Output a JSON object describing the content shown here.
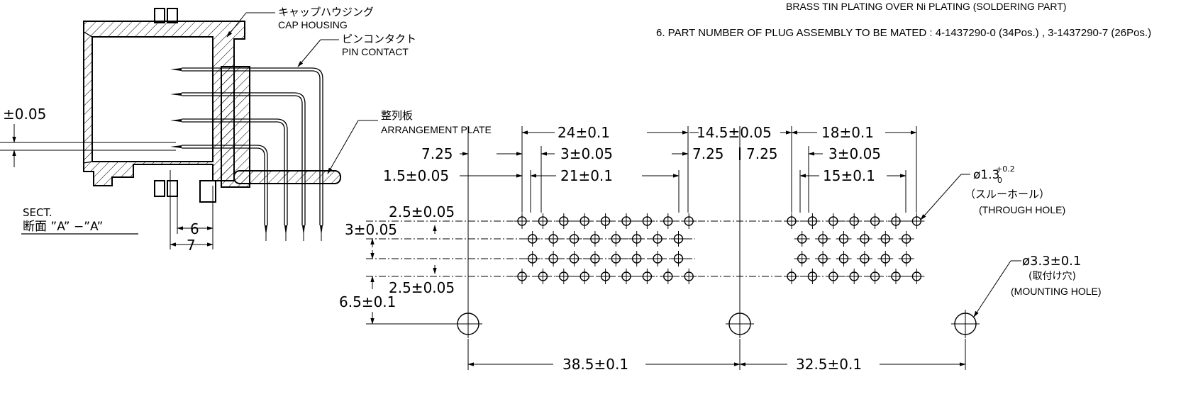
{
  "notes": {
    "note_top": "BRASS TIN PLATING OVER Ni PLATING (SOLDERING PART)",
    "note6": "6. PART NUMBER OF PLUG ASSEMBLY TO BE MATED : 4-1437290-0 (34Pos.) , 3-1437290-7 (26Pos.)"
  },
  "callouts": {
    "cap_housing_jp": "キャップハウジング",
    "cap_housing_en": "CAP HOUSING",
    "pin_contact_jp": "ピンコンタクト",
    "pin_contact_en": "PIN CONTACT",
    "arrangement_plate_jp": "整列板",
    "arrangement_plate_en": "ARRANGEMENT PLATE",
    "through_hole_dia": "ø1.3",
    "through_hole_tol_upper": "+0.2",
    "through_hole_tol_lower": "0",
    "through_hole_jp": "（スルーホール）",
    "through_hole_en": "(THROUGH HOLE)",
    "mounting_hole_dia": "ø3.3±0.1",
    "mounting_hole_jp": "(取付け穴)",
    "mounting_hole_en": "(MOUNTING HOLE)"
  },
  "section": {
    "sect": "SECT.",
    "label": "断面 ”A” −”A”",
    "tol_left": "±0.05",
    "dim_6": "6",
    "dim_7": "7"
  },
  "dimensions": {
    "d24": "24±0.1",
    "d14_5": "14.5±0.05",
    "d18": "18±0.1",
    "d7_25_left": "7.25",
    "d3_left": "3±0.05",
    "d7_25_mid_a": "7.25",
    "d7_25_mid_b": "7.25",
    "d3_right": "3±0.05",
    "d1_5": "1.5±0.05",
    "d21": "21±0.1",
    "d15": "15±0.1",
    "d2_5_top": "2.5±0.05",
    "d3_row": "3±0.05",
    "d2_5_bot": "2.5±0.05",
    "d6_5": "6.5±0.1",
    "d38_5": "38.5±0.1",
    "d32_5": "32.5±0.1"
  }
}
